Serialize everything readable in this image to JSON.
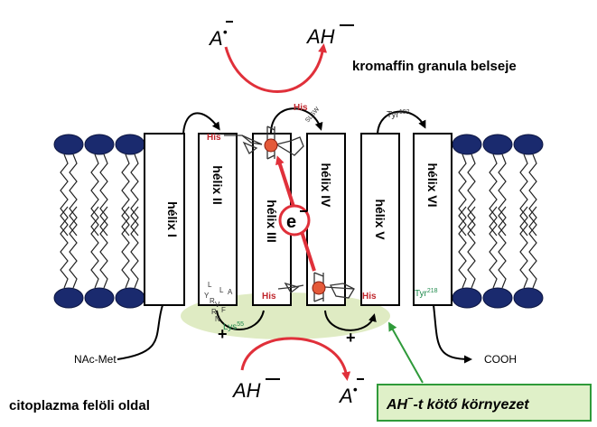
{
  "title_inside": "kromaffin granula belseje",
  "title_cytoplasm": "citoplazma felöli oldal",
  "helices": [
    "hélix I",
    "hélix II",
    "hélix III",
    "hélix IV",
    "hélix V",
    "hélix VI"
  ],
  "species": {
    "top_radical": "A",
    "top_product": "AH",
    "bottom_substrate": "AH",
    "bottom_radical": "A",
    "electron": "e"
  },
  "residues": {
    "his_top_left": "His",
    "his_top_right": "His",
    "tyr_top": "Tyr",
    "tyr_top_sup": "192",
    "slsw": "SLSW",
    "his_bottom_left": "His",
    "his_bottom_right": "His",
    "tyr_bottom": "Tyr",
    "tyr_bottom_sup": "218",
    "lys": "Lys",
    "lys_sup": "55",
    "motif_letters": [
      "L",
      "Y",
      "R",
      "V",
      "R",
      "N",
      "L",
      "A",
      "F"
    ]
  },
  "terminals": {
    "n_term": "NAc-Met",
    "c_term": "COOH"
  },
  "charges": {
    "plus_left": "+",
    "plus_right": "+"
  },
  "legend_box": "AH̄-t kötő környezet",
  "colors": {
    "arrow_red": "#e0303a",
    "his_red": "#c0262c",
    "tyr_green": "#1f8a4c",
    "lipid_head": "#1a2a6e",
    "binding_zone": "#d9e8b8",
    "legend_border": "#2f9a3a",
    "legend_fill": "#dff0c8"
  }
}
